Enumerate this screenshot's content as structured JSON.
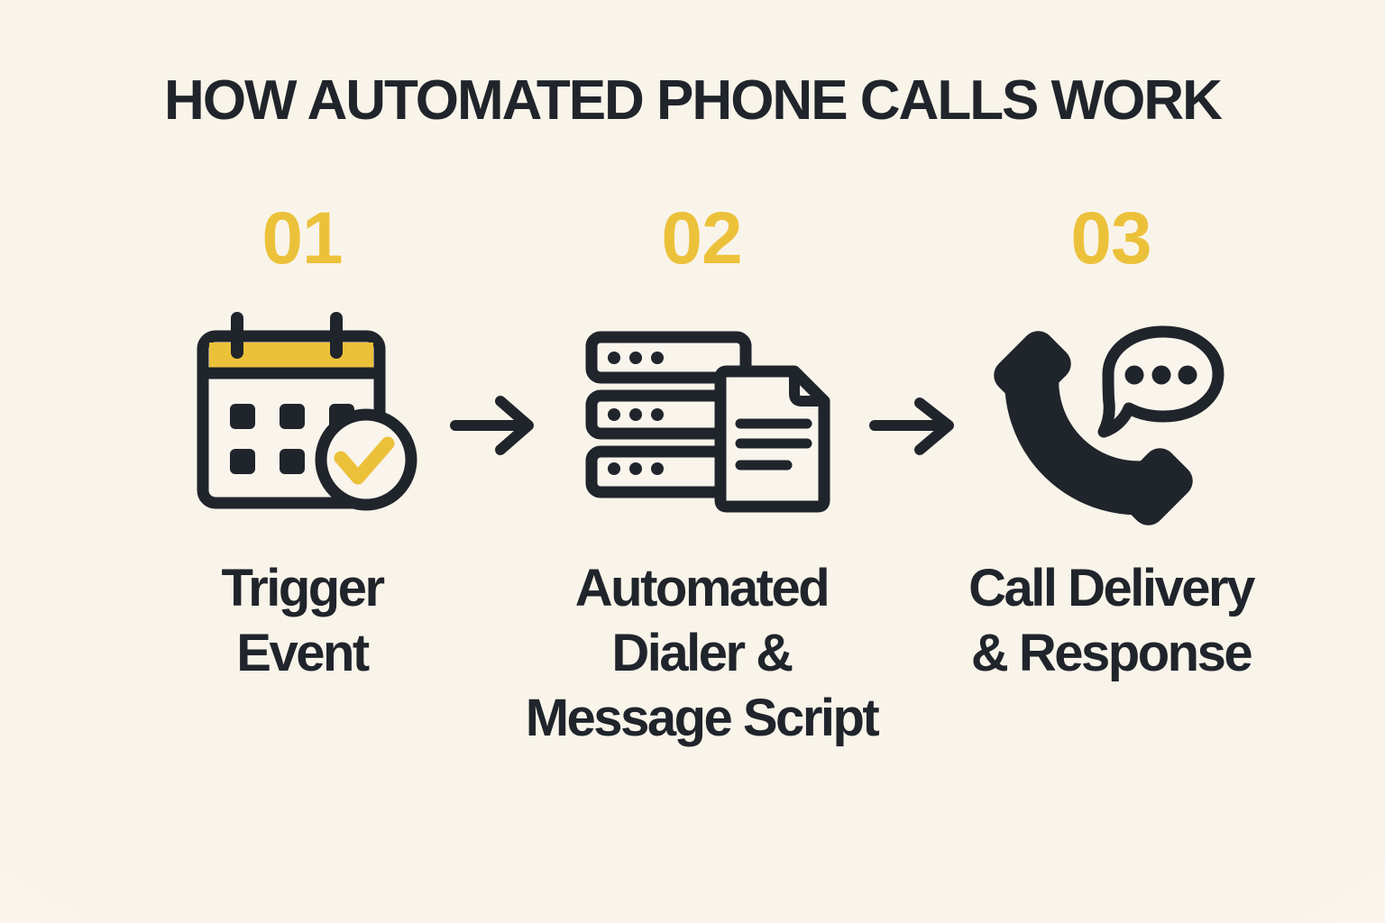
{
  "title": "HOW AUTOMATED PHONE CALLS WORK",
  "steps": [
    {
      "number": "01",
      "label": "Trigger\nEvent",
      "icon": "calendar-with-checkmark"
    },
    {
      "number": "02",
      "label": "Automated\nDialer &\nMessage Script",
      "icon": "server-stack-with-script-document"
    },
    {
      "number": "03",
      "label": "Call Delivery\n& Response",
      "icon": "phone-handset-with-chat-bubble"
    }
  ],
  "connectors": [
    {
      "type": "arrow-right"
    },
    {
      "type": "arrow-right"
    }
  ],
  "colors": {
    "background": "#f9f4ea",
    "background-edge": "#fdfaf3",
    "ink": "#20242b",
    "accent": "#ecc13a",
    "paper": "#f9f4ec"
  }
}
